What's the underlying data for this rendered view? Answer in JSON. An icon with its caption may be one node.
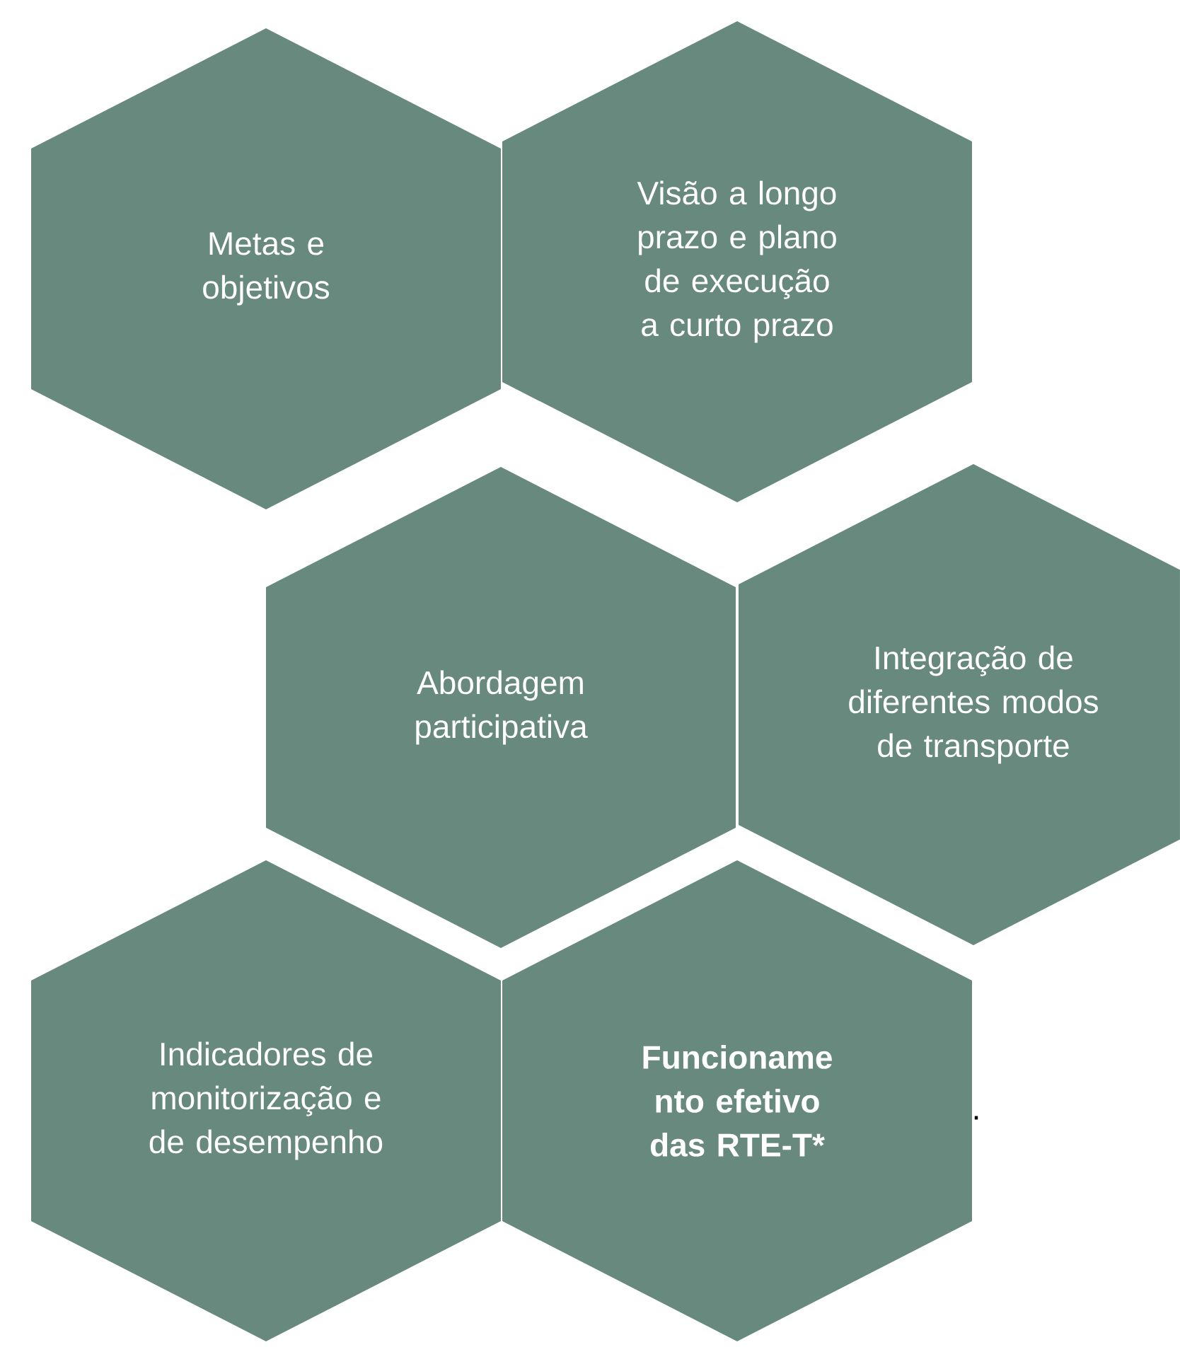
{
  "diagram": {
    "nodes": [
      {
        "text": [
          "Metas e objetivos"
        ]
      },
      {
        "text": [
          "Visão a longo prazo e plano de execução a curto prazo"
        ]
      },
      {
        "text": [
          "Abordagem participativa"
        ]
      },
      {
        "text": [
          "Integração de diferentes modos de transporte"
        ]
      },
      {
        "text": [
          "Indicadores de monitorização e de desempenho"
        ]
      },
      {
        "text": [
          "Funcioname nto efetivo das RTE-T*"
        ]
      }
    ],
    "labels": [
      "."
    ]
  }
}
